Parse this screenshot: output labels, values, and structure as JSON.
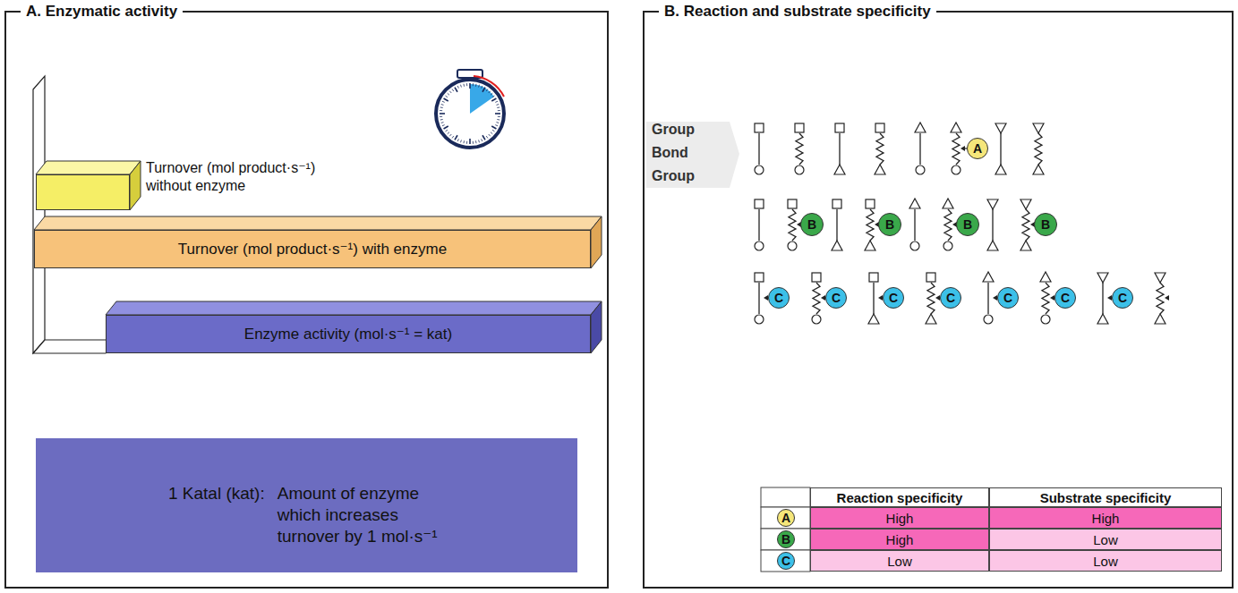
{
  "diagram": {
    "nodes": [
      {
        "text": [
          "A. Enzymatic activity"
        ]
      },
      {
        "text": [
          "Turnover (mol product·s⁻¹) without enzyme"
        ],
        "in": 0
      },
      {
        "text": [
          "Turnover (mol product·s⁻¹) with enzyme"
        ],
        "in": 0
      },
      {
        "text": [
          "Enzyme activity (mol·s⁻¹ = kat)"
        ],
        "in": 0
      },
      {
        "text": [
          "1 Katal (kat):",
          "Amount of enzyme which increases turnover by 1 mol·s⁻¹"
        ],
        "in": 0
      },
      {
        "text": [
          "B. Reaction and substrate specificity"
        ]
      },
      {
        "text": [
          "A"
        ],
        "in": 5
      },
      {
        "text": [
          "B"
        ],
        "in": 5
      },
      {
        "text": [
          "B"
        ],
        "in": 5
      },
      {
        "text": [
          "B"
        ],
        "in": 5
      },
      {
        "text": [
          "B"
        ],
        "in": 5
      },
      {
        "text": [
          "C"
        ],
        "in": 5
      },
      {
        "text": [
          "C"
        ],
        "in": 5
      },
      {
        "text": [
          "C"
        ],
        "in": 5
      },
      {
        "text": [
          "C"
        ],
        "in": 5
      },
      {
        "text": [
          "C"
        ],
        "in": 5
      },
      {
        "text": [
          "C"
        ],
        "in": 5
      },
      {
        "text": [
          "C"
        ],
        "in": 5
      },
      {
        "text": [
          "A"
        ],
        "in": 5
      },
      {
        "text": [
          "B"
        ],
        "in": 5
      },
      {
        "text": [
          "C"
        ],
        "in": 5
      }
    ],
    "labels": [
      "Group",
      "Bond",
      "Group",
      "Reaction specificity",
      "Substrate specificity",
      "High",
      "High",
      "High",
      "Low",
      "Low",
      "Low"
    ]
  }
}
